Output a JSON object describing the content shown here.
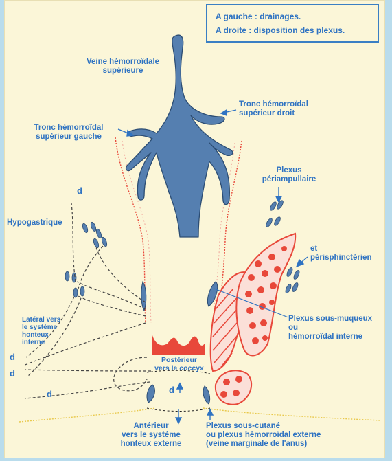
{
  "legend": {
    "line1": "A gauche : drainages.",
    "line2": "A droite : disposition des plexus."
  },
  "labels": {
    "veine_sup_1": "Veine hémorroïdale",
    "veine_sup_2": "supérieure",
    "tronc_droit_1": "Tronc hémorroïdal",
    "tronc_droit_2": "supérieur droit",
    "tronc_gauche_1": "Tronc hémorroïdal",
    "tronc_gauche_2": "supérieur gauche",
    "plexus_peri_1": "Plexus",
    "plexus_peri_2": "périampullaire",
    "hypogastrique": "Hypogastrique",
    "perisph_1": "et",
    "perisph_2": "périsphinctérien",
    "lateral_1": "Latéral vers",
    "lateral_2": "le système",
    "lateral_3": "honteux",
    "lateral_4": "interne",
    "posterieur_1": "Postérieur",
    "posterieur_2": "vers le coccyx",
    "sous_muqueux_1": "Plexus sous-muqueux",
    "sous_muqueux_2": "ou",
    "sous_muqueux_3": "hémorroïdal interne",
    "anterieur_1": "Antérieur",
    "anterieur_2": "vers le système",
    "anterieur_3": "honteux externe",
    "sous_cutane_1": "Plexus sous-cutané",
    "sous_cutane_2": "ou plexus hémorroïdal externe",
    "sous_cutane_3": "(veine marginale de l'anus)"
  },
  "drainage_marks": [
    "d",
    "d",
    "d",
    "d",
    "d"
  ],
  "colors": {
    "vein_blue": "#557fb0",
    "label_blue": "#2f73c2",
    "red": "#e8483a",
    "paper": "#fbf6d8",
    "outer": "#b9dcec"
  }
}
